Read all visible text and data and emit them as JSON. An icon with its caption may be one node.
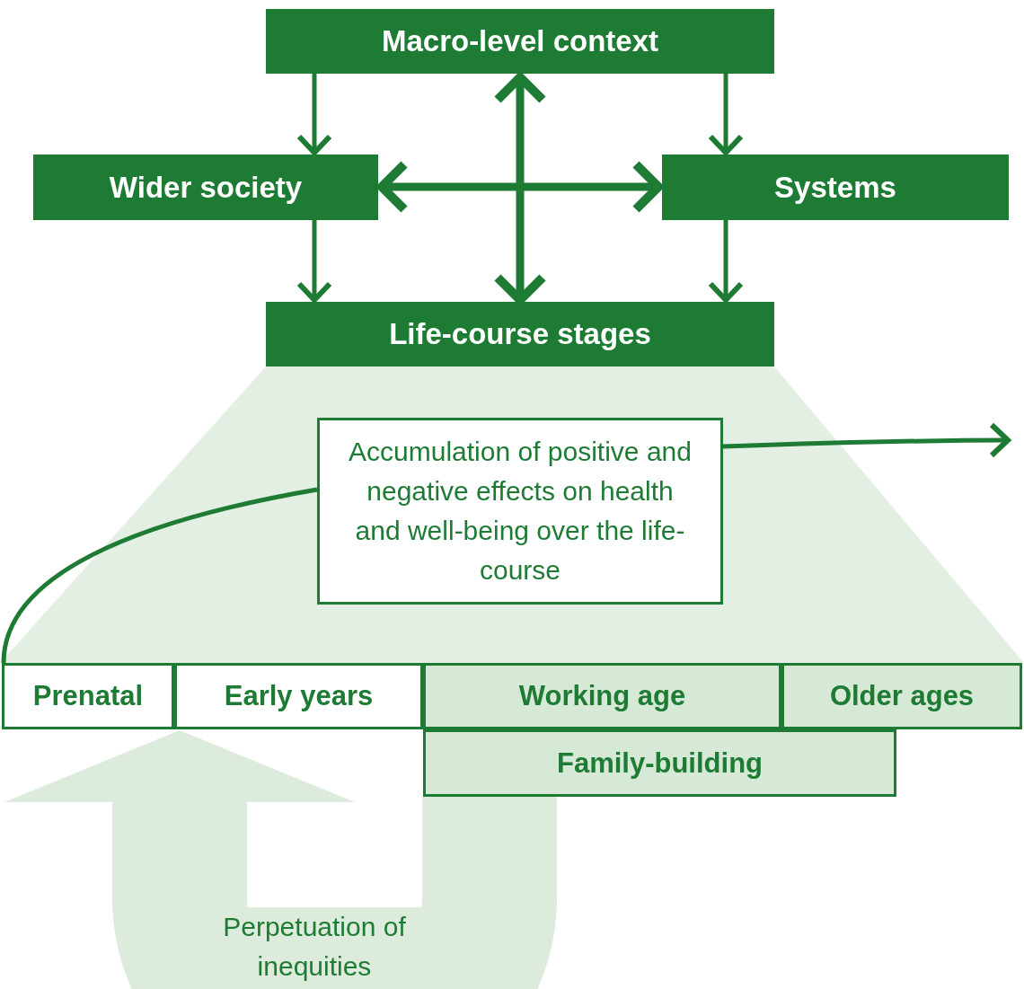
{
  "diagram": {
    "nodes": [
      {
        "text": [
          "Macro-level context"
        ]
      },
      {
        "text": [
          "Wider society"
        ]
      },
      {
        "text": [
          "Systems"
        ]
      },
      {
        "text": [
          "Life-course stages"
        ]
      },
      {
        "text": [
          "Accumulation of positive and negative effects on health and well-being over the life-course"
        ]
      },
      {
        "text": [
          "Prenatal"
        ]
      },
      {
        "text": [
          "Early years"
        ]
      },
      {
        "text": [
          "Working age"
        ]
      },
      {
        "text": [
          "Older ages"
        ]
      },
      {
        "text": [
          "Family-building"
        ]
      }
    ],
    "edges": [
      {
        "from": 0,
        "to": 1,
        "arrow": "to"
      },
      {
        "from": 0,
        "to": 2,
        "arrow": "to"
      },
      {
        "from": 1,
        "to": 3,
        "arrow": "to"
      },
      {
        "from": 2,
        "to": 3,
        "arrow": "to"
      },
      {
        "from": 1,
        "to": 2,
        "arrow": "both",
        "style": "thick"
      },
      {
        "from": 0,
        "to": 3,
        "arrow": "both",
        "style": "thick"
      },
      {
        "from": 5,
        "to": 4,
        "arrow": "none"
      },
      {
        "from": 4,
        "to": null,
        "arrow": "to"
      },
      {
        "from": 9,
        "to": 5,
        "arrow": "to",
        "label": "Perpetuation of inequities",
        "style": "thick",
        "color": "#dcebdc"
      }
    ]
  }
}
